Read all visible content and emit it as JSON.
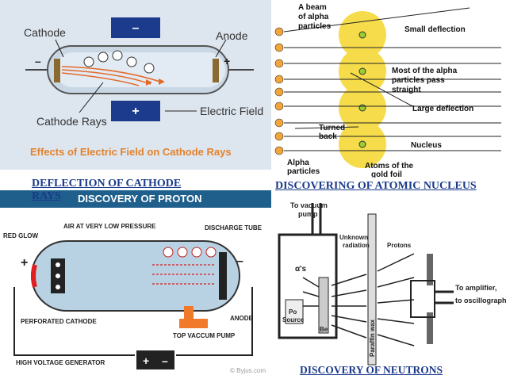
{
  "panel1": {
    "cathode": "Cathode",
    "anode": "Anode",
    "cathode_rays": "Cathode Rays",
    "electric_field": "Electric Field",
    "minus": "–",
    "plus": "+",
    "title": "Effects of Electric Field on Cathode Rays",
    "caption_line1": "DEFLECTION OF CATHODE",
    "caption_line2": "RAYS"
  },
  "panel2": {
    "beam": "A beam\nof alpha\nparticles",
    "small_deflection": "Small deflection",
    "most_pass": "Most of the alpha\nparticles pass\nstraight",
    "large_deflection": "Large deflection",
    "turned_back": "Turned\nback",
    "nucleus": "Nucleus",
    "alpha_particles": "Alpha\nparticles",
    "atoms_gold": "Atoms of the\ngold foil",
    "caption": "DISCOVERING OF ATOMIC NUCLEUS"
  },
  "panel3": {
    "banner": "DISCOVERY OF PROTON",
    "air_pressure": "AIR AT VERY LOW PRESSURE",
    "red_glow": "RED GLOW",
    "discharge_tube": "DISCHARGE TUBE",
    "perforated_cathode": "PERFORATED CATHODE",
    "anode": "ANODE",
    "top_vacuum_pump": "TOP VACCUM PUMP",
    "hv_generator": "HIGH VOLTAGE GENERATOR",
    "watermark": "© Byjus.com",
    "plus": "+",
    "minus": "–"
  },
  "panel4": {
    "to_vacuum_pump": "To vacuum\npump",
    "unknown_radiation": "Unknown\nradiation",
    "protons": "Protons",
    "alphas": "α's",
    "po_source": "Po\nSource",
    "be": "Be",
    "paraffin": "Paraffin wax",
    "to_amplifier": "To amplifier,\nto oscillograph",
    "caption": "DISCOVERY OF NEUTRONS"
  }
}
